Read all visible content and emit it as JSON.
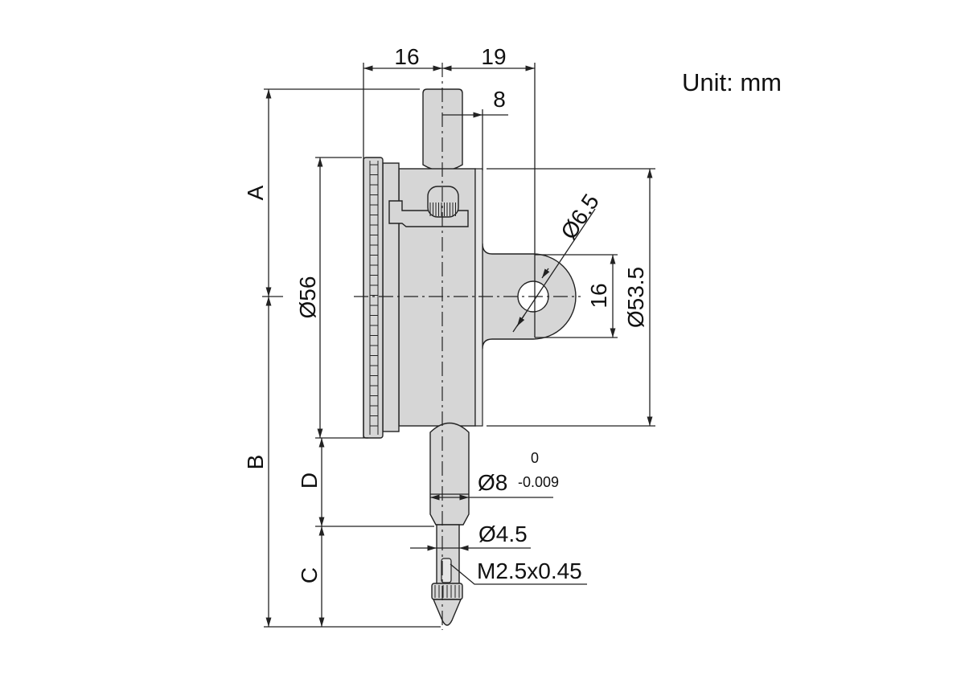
{
  "unit_label": "Unit: mm",
  "dimensions": {
    "width_left": "16",
    "width_right": "19",
    "cap_offset": "8",
    "hole_diameter": "Ø6.5",
    "lug_height": "16",
    "back_diameter": "Ø53.5",
    "bezel_diameter": "Ø56",
    "stem_diameter": "Ø8",
    "stem_tol_upper": "0",
    "stem_tol_lower": "-0.009",
    "spindle_diameter": "Ø4.5",
    "thread": "M2.5x0.45",
    "label_a": "A",
    "label_b": "B",
    "label_c": "C",
    "label_d": "D"
  },
  "colors": {
    "body_fill": "#d6d6d6",
    "line": "#222222"
  }
}
